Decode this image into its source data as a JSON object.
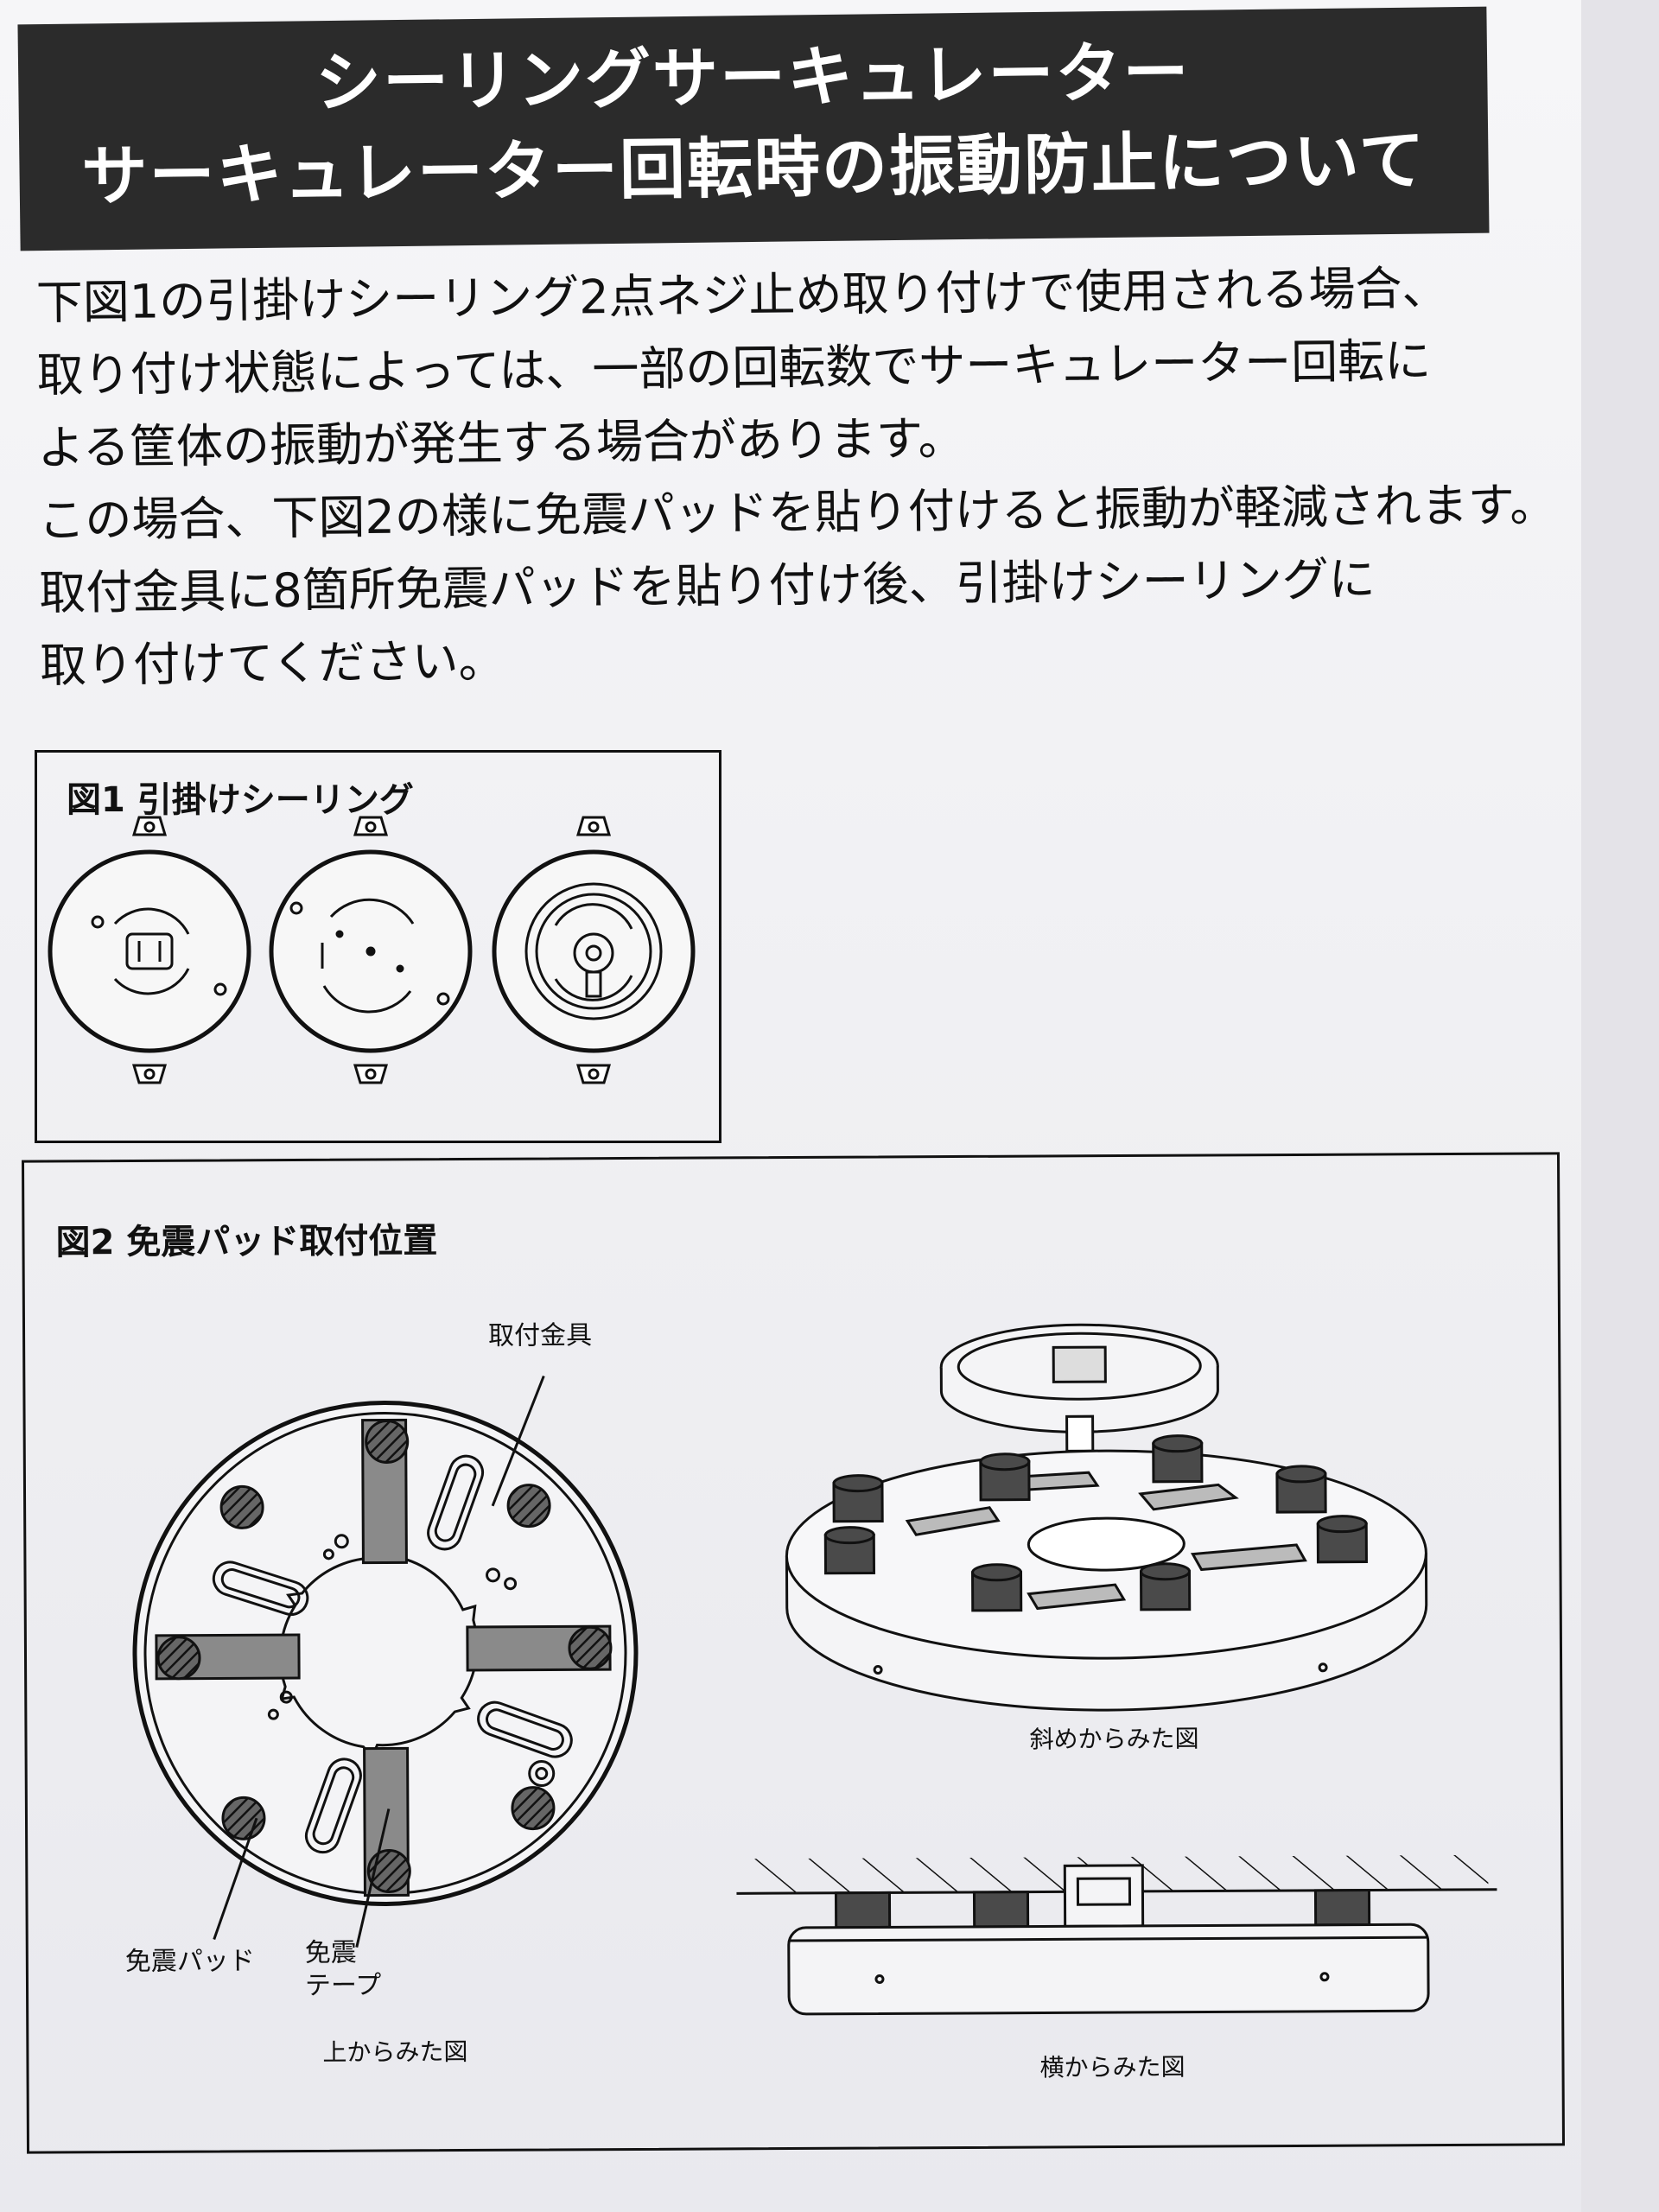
{
  "header": {
    "title_line1": "シーリングサーキュレーター",
    "title_line2": "サーキュレーター回転時の振動防止について"
  },
  "intro": {
    "lines": [
      "下図1の引掛けシーリング2点ネジ止め取り付けで使用される場合、",
      "取り付け状態によっては、一部の回転数でサーキュレーター回転に",
      "よる筐体の振動が発生する場合があります。",
      "この場合、下図2の様に免震パッドを貼り付けると振動が軽減されます。",
      "取付金具に8箇所免震パッドを貼り付け後、引掛けシーリングに",
      "取り付けてください。"
    ]
  },
  "figure1": {
    "title": "図1 引掛けシーリング"
  },
  "figure2": {
    "title": "図2 免震パッド取付位置",
    "label_bracket": "取付金具",
    "label_pad": "免震パッド",
    "label_tape_line1": "免震",
    "label_tape_line2": "テープ",
    "caption_top": "上からみた図",
    "caption_oblique": "斜めからみた図",
    "caption_side": "横からみた図"
  },
  "colors": {
    "header_bg": "#2b2b2b",
    "tape_fill": "#8a8a8a",
    "pad_fill": "#4a4a4a"
  }
}
